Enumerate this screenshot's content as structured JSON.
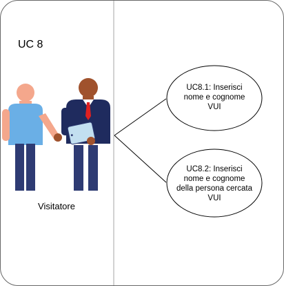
{
  "diagram": {
    "title": "UC 8",
    "actor": {
      "label": "Visitatore",
      "icons": [
        "visitor-person-icon",
        "businessman-with-tablet-icon"
      ]
    },
    "use_cases": [
      {
        "id": "uc8-1",
        "lines": [
          "UC8.1: Inserisci",
          "nome e cognome",
          "VUI"
        ]
      },
      {
        "id": "uc8-2",
        "lines": [
          "UC8.2: Inserisci",
          "nome e cognome",
          "della persona cercata",
          "VUI"
        ]
      }
    ],
    "colors": {
      "skin_light": "#f4a78c",
      "shirt_blue": "#6aafe6",
      "pants_navy": "#2e3b73",
      "suit_navy": "#1f2b5e",
      "skin_dark": "#a0522d",
      "tie_red": "#e02020",
      "tablet": "#c2dff0"
    }
  }
}
